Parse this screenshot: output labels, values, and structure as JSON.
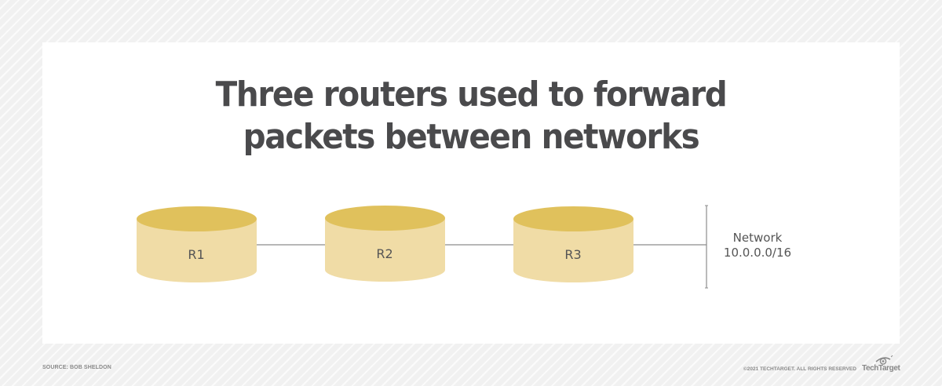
{
  "title": {
    "line1": "Three routers used to forward",
    "line2": "packets between networks"
  },
  "routers": [
    {
      "label": "R1"
    },
    {
      "label": "R2"
    },
    {
      "label": "R3"
    }
  ],
  "network": {
    "label": "Network",
    "address": "10.0.0.0/16"
  },
  "footer": {
    "source": "SOURCE: BOB SHELDON",
    "copyright": "©2021 TECHTARGET. ALL RIGHTS RESERVED",
    "logo": "TechTarget"
  },
  "colors": {
    "cylinder_top": "#e0c15c",
    "cylinder_body": "#f0dca6",
    "line": "#8c8c8c",
    "title": "#4a4a4c"
  }
}
